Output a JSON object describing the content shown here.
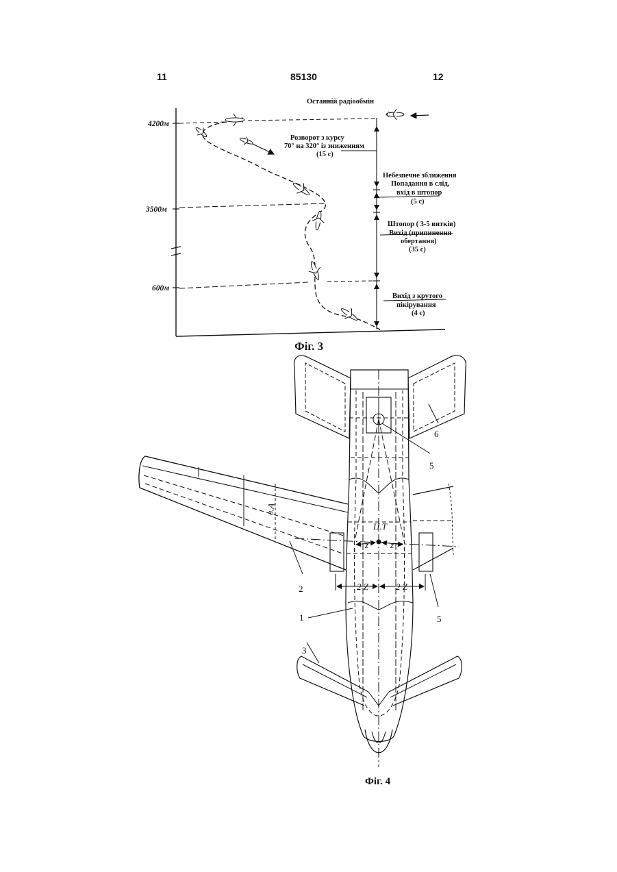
{
  "header": {
    "page_left": "11",
    "patent_number": "85130",
    "page_right": "12"
  },
  "fig3": {
    "caption": "Фіг. 3",
    "altitudes": [
      "4200м",
      "3500м",
      "600м"
    ],
    "labels": {
      "last_radio": "Останній радіообмін",
      "turn_1": "Розворот з курсу",
      "turn_2": "70° на 320° із зниженням",
      "turn_3": "(15 с)",
      "approach_1": "Небезпечне зближення",
      "approach_2": "Попадання в слід,",
      "approach_3": "вхід в штопор",
      "approach_4": "(5 с)",
      "spin_1": "Штопор ( 3-5 витків)",
      "spin_2": "Вихід (припинення",
      "spin_3": "обертання)",
      "spin_4": "(35 с)",
      "dive_1": "Вихід з крутого",
      "dive_2": "пікірування",
      "dive_3": "(4 с)"
    }
  },
  "fig4": {
    "caption": "Фіг. 4",
    "callouts": [
      "1",
      "2",
      "3",
      "5",
      "5",
      "6"
    ],
    "cg_label": "Ц.Т",
    "dims": {
      "z_left": "z",
      "z_right": "z",
      "two_z_left": "2 Z",
      "two_z_right": "2 Z"
    },
    "chord_mark": "в.А"
  }
}
